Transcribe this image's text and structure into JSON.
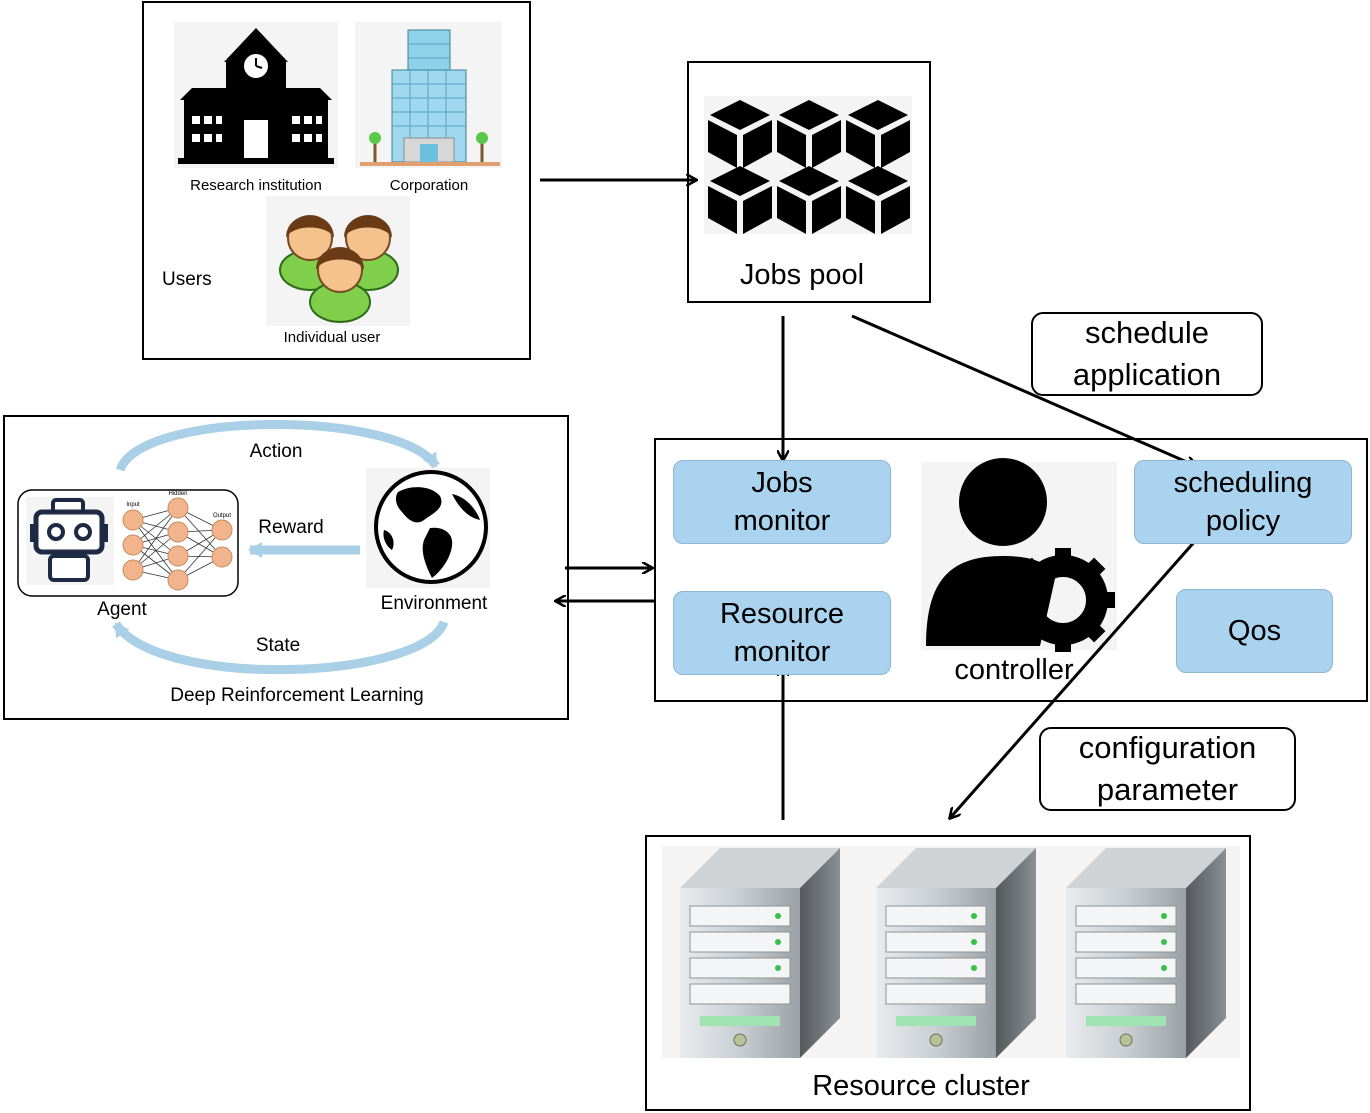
{
  "users_panel": {
    "research_institution": "Research institution",
    "corporation": "Corporation",
    "users": "Users",
    "individual_user": "Individual user"
  },
  "jobs_pool": {
    "label": "Jobs pool"
  },
  "drl_panel": {
    "action": "Action",
    "reward": "Reward",
    "state": "State",
    "agent": "Agent",
    "environment": "Environment",
    "title": "Deep Reinforcement Learning",
    "nn_input": "Input",
    "nn_hidden": "Hidden",
    "nn_output": "Output"
  },
  "controller_panel": {
    "jobs_monitor": [
      "Jobs",
      "monitor"
    ],
    "resource_monitor": [
      "Resource",
      "monitor"
    ],
    "scheduling_policy": [
      "scheduling",
      "policy"
    ],
    "qos": "Qos",
    "controller": "controller"
  },
  "notes": {
    "schedule_application": [
      "schedule",
      "application"
    ],
    "configuration_parameter": [
      "configuration",
      "parameter"
    ]
  },
  "resource_cluster": {
    "label": "Resource cluster"
  },
  "colors": {
    "chip_fill": "#a9d3ee",
    "chip_border": "#8fb6d2",
    "cycle_arrow": "#a9d0e6",
    "neuron": "#f2b48a",
    "person_skin": "#f5c28e",
    "person_shirt": "#7fcf4a",
    "server_body": "#6f7376"
  }
}
